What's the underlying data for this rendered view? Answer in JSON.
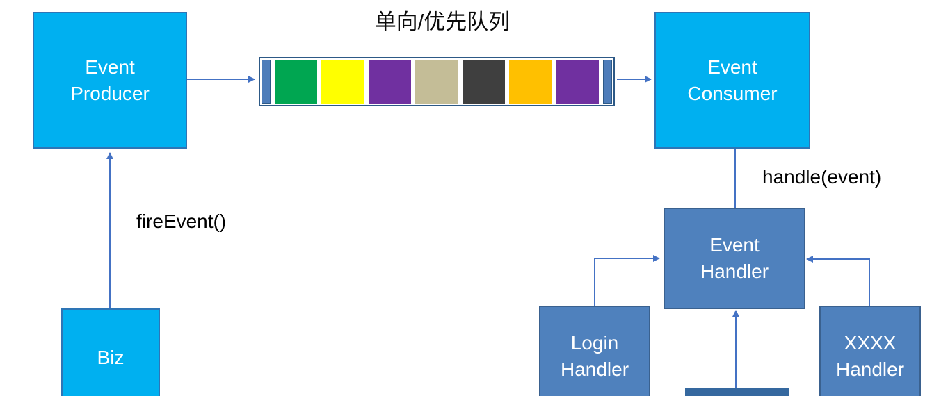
{
  "title": "单向/优先队列",
  "labels": {
    "fire_event": "fireEvent()",
    "handle_event": "handle(event)"
  },
  "nodes": {
    "event_producer": {
      "label": "Event\nProducer",
      "fill": "#00B0F0"
    },
    "event_consumer": {
      "label": "Event\nConsumer",
      "fill": "#00B0F0"
    },
    "biz": {
      "label": "Biz",
      "fill": "#00B0F0"
    },
    "event_handler": {
      "label": "Event\nHandler",
      "fill": "#4F81BD"
    },
    "login_handler": {
      "label": "Login\nHandler",
      "fill": "#4F81BD"
    },
    "xxxx_handler": {
      "label": "XXXX\nHandler",
      "fill": "#4F81BD"
    },
    "bottom_partial": {
      "label": "",
      "fill": "#35689F"
    }
  },
  "queue": {
    "cap_color": "#4E7DBA",
    "segments": [
      {
        "name": "segment-1",
        "color": "#00A651"
      },
      {
        "name": "segment-2",
        "color": "#FFFF00"
      },
      {
        "name": "segment-3",
        "color": "#7030A0"
      },
      {
        "name": "segment-4",
        "color": "#C4BD97"
      },
      {
        "name": "segment-5",
        "color": "#3F3F3F"
      },
      {
        "name": "segment-6",
        "color": "#FFC000"
      },
      {
        "name": "segment-7",
        "color": "#7030A0"
      }
    ]
  },
  "colors": {
    "arrow": "#4472C4",
    "cyan_box": "#00B0F0",
    "cyan_box_border": "#2E75B6",
    "steel_box": "#4F81BD",
    "queue_border": "#2D5986"
  }
}
